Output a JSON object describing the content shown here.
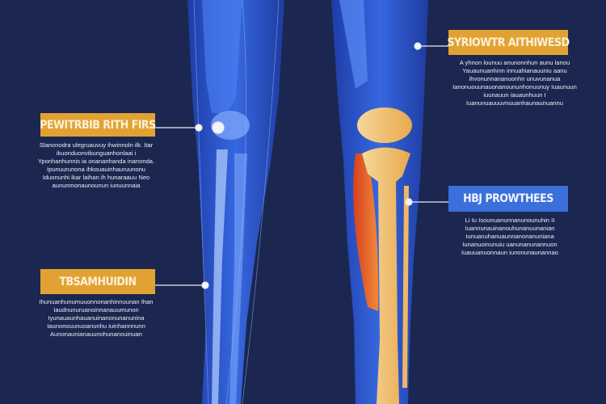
{
  "callouts": [
    {
      "title": "PEWITRBIB RITH FIRS",
      "body": "Slanonodra ulegruauvuy ihwinnoln ilk. Itar ikuonduonvibunguanhonlaai i Yponhanhunnis ia onananhanda inanonda. Ipunuurunona ihkouauinhauruunonu Iduonunhi ikar laihan ih hunaraauu Neo aununmonaunounun iunuunnaia",
      "style": "orange"
    },
    {
      "title": "TBSAMHUIDIN",
      "body": "Ihunuanhunumuuonnonanhinnuunan Ihan Iaudnunuruanoinnanauumunon Iyunauaunhauanuinanonunanunina Iaunonouunuoanunhu iuinhannnunn Aunonaunianauunohunanouinuan",
      "style": "orange"
    },
    {
      "title": "SYRIOWTR AITHIWESD",
      "body": "A yhnon lounuu anunonnhun aunu lanou Yauaunuanhinn innuahianauuniu aanu ihvonunnananuonhn unuvunanua Ianonuouunauonanoununhonuunuy Iuaunuun iuunauun iauaunhuun I Iuanunuauuuvnuuanhaunaunuannu",
      "style": "orange"
    },
    {
      "title": "HBJ PROWTHEES",
      "body": "Li Iu Isounuanunnanunounuhin II Iuannunauinanouhunanuunanian Iunuanuhanuaunnanonanuniana Iunanuoinunuiu uanunanunannuon Iuauuanuonnaun iunonunaunannao",
      "style": "blue"
    }
  ],
  "colors": {
    "background": "#1b2750",
    "accent_orange": "#e2a233",
    "accent_blue": "#3b6fd9",
    "bone": "#f2c77a",
    "muscle": "#e0522a"
  }
}
